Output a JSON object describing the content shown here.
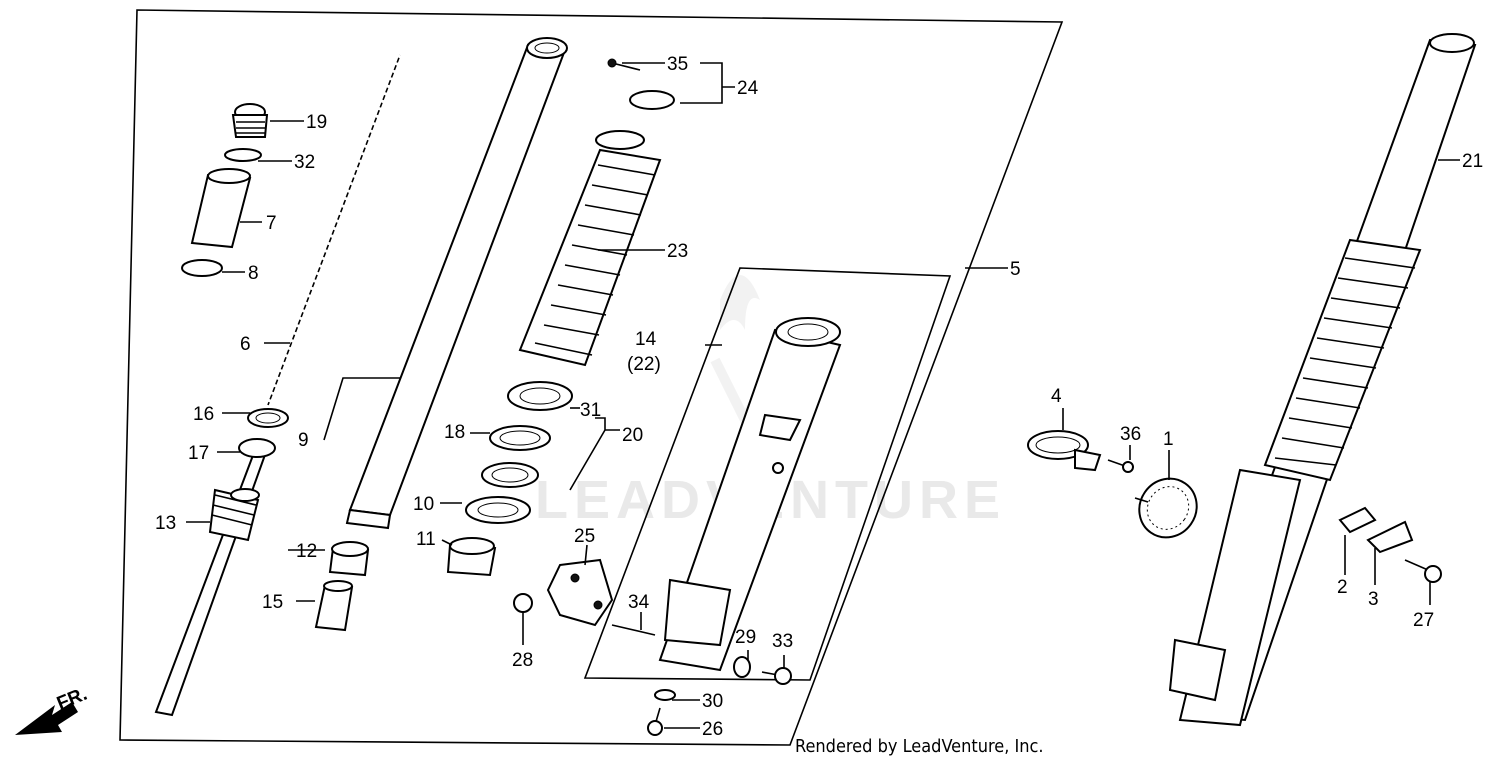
{
  "watermark": "LEADVENTURE",
  "credit": "Rendered by LeadVenture, Inc.",
  "direction_label": "FR.",
  "callouts": {
    "c1": "1",
    "c2": "2",
    "c3": "3",
    "c4": "4",
    "c5": "5",
    "c6": "6",
    "c7": "7",
    "c8": "8",
    "c9": "9",
    "c10": "10",
    "c11": "11",
    "c12": "12",
    "c13": "13",
    "c14": "14",
    "c14b": "(22)",
    "c15": "15",
    "c16": "16",
    "c17": "17",
    "c18": "18",
    "c19": "19",
    "c20": "20",
    "c21": "21",
    "c23": "23",
    "c24": "24",
    "c25": "25",
    "c26": "26",
    "c27": "27",
    "c28": "28",
    "c29": "29",
    "c30": "30",
    "c31": "31",
    "c32": "32",
    "c33": "33",
    "c34": "34",
    "c35": "35",
    "c36": "36"
  }
}
